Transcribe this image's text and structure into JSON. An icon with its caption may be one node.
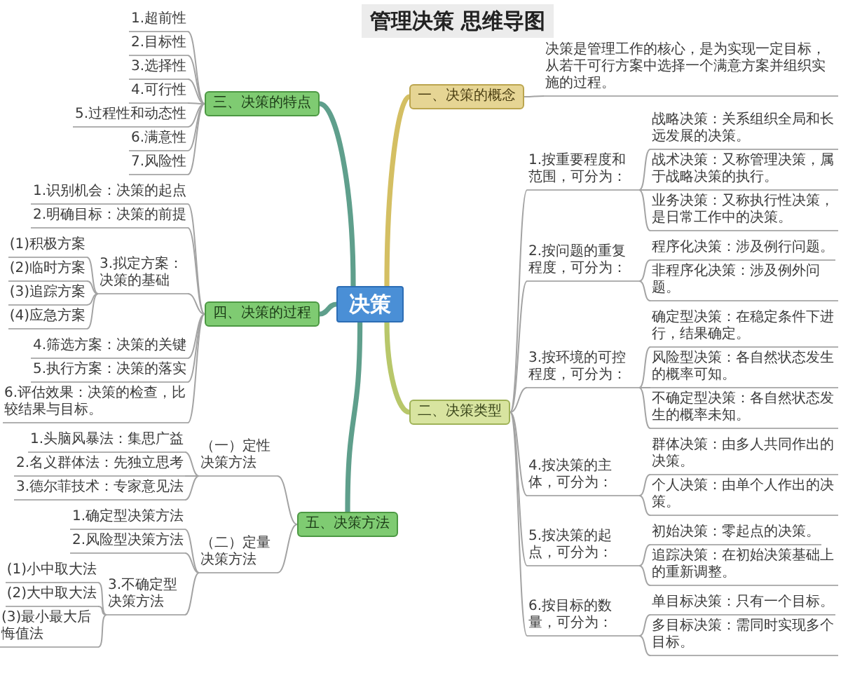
{
  "diagram": {
    "title": "管理决策 思维导图",
    "nodes": [
      {
        "text": [
          "决策"
        ]
      },
      {
        "text": [
          "一、决策的概念"
        ]
      },
      {
        "text": [
          "决策是管理工作的核心，是为实现一定目标，从若干可行方案中选择一个满意方案并组织实施的过程。"
        ]
      },
      {
        "text": [
          "二、决策类型"
        ]
      },
      {
        "text": [
          "1.按重要程度和范围，可分为："
        ]
      },
      {
        "text": [
          "战略决策：关系组织全局和长远发展的决策。"
        ]
      },
      {
        "text": [
          "战术决策：又称管理决策，属于战略决策的执行。"
        ]
      },
      {
        "text": [
          "业务决策：又称执行性决策，是日常工作中的决策。"
        ]
      },
      {
        "text": [
          "2.按问题的重复程度，可分为："
        ]
      },
      {
        "text": [
          "程序化决策：涉及例行问题。"
        ]
      },
      {
        "text": [
          "非程序化决策：涉及例外问题。"
        ]
      },
      {
        "text": [
          "3.按环境的可控程度，可分为："
        ]
      },
      {
        "text": [
          "确定型决策：在稳定条件下进行，结果确定。"
        ]
      },
      {
        "text": [
          "风险型决策：各自然状态发生的概率可知。"
        ]
      },
      {
        "text": [
          "不确定型决策：各自然状态发生的概率未知。"
        ]
      },
      {
        "text": [
          "4.按决策的主体，可分为："
        ]
      },
      {
        "text": [
          "群体决策：由多人共同作出的决策。"
        ]
      },
      {
        "text": [
          "个人决策：由单个人作出的决策。"
        ]
      },
      {
        "text": [
          "5.按决策的起点，可分为："
        ]
      },
      {
        "text": [
          "初始决策：零起点的决策。"
        ]
      },
      {
        "text": [
          "追踪决策：在初始决策基础上的重新调整。"
        ]
      },
      {
        "text": [
          "6.按目标的数量，可分为："
        ]
      },
      {
        "text": [
          "单目标决策：只有一个目标。"
        ]
      },
      {
        "text": [
          "多目标决策：需同时实现多个目标。"
        ]
      },
      {
        "text": [
          "三、决策的特点"
        ]
      },
      {
        "text": [
          "1.超前性"
        ]
      },
      {
        "text": [
          "2.目标性"
        ]
      },
      {
        "text": [
          "3.选择性"
        ]
      },
      {
        "text": [
          "4.可行性"
        ]
      },
      {
        "text": [
          "5.过程性和动态性"
        ]
      },
      {
        "text": [
          "6.满意性"
        ]
      },
      {
        "text": [
          "7.风险性"
        ]
      },
      {
        "text": [
          "四、决策的过程"
        ]
      },
      {
        "text": [
          "1.识别机会：决策的起点"
        ]
      },
      {
        "text": [
          "2.明确目标：决策的前提"
        ]
      },
      {
        "text": [
          "3.拟定方案：决策的基础"
        ]
      },
      {
        "text": [
          "(1)积极方案"
        ]
      },
      {
        "text": [
          "(2)临时方案"
        ]
      },
      {
        "text": [
          "(3)追踪方案"
        ]
      },
      {
        "text": [
          "(4)应急方案"
        ]
      },
      {
        "text": [
          "4.筛选方案：决策的关键"
        ]
      },
      {
        "text": [
          "5.执行方案：决策的落实"
        ]
      },
      {
        "text": [
          "6.评估效果：决策的检查，比较结果与目标。"
        ]
      },
      {
        "text": [
          "五、决策方法"
        ]
      },
      {
        "text": [
          "（一）定性决策方法"
        ]
      },
      {
        "text": [
          "1.头脑风暴法：集思广益"
        ]
      },
      {
        "text": [
          "2.名义群体法：先独立思考"
        ]
      },
      {
        "text": [
          "3.德尔菲技术：专家意见法"
        ]
      },
      {
        "text": [
          "（二）定量决策方法"
        ]
      },
      {
        "text": [
          "1.确定型决策方法"
        ]
      },
      {
        "text": [
          "2.风险型决策方法"
        ]
      },
      {
        "text": [
          "3.不确定型决策方法"
        ]
      },
      {
        "text": [
          "(1)小中取大法"
        ]
      },
      {
        "text": [
          "(2)大中取大法"
        ]
      },
      {
        "text": [
          "(3)最小最大后悔值法"
        ]
      }
    ],
    "edges": [
      {
        "from": 0,
        "to": 1,
        "arrow": "none",
        "style": "thick",
        "color": "#d4bf63"
      },
      {
        "from": 1,
        "to": 2,
        "arrow": "none"
      },
      {
        "from": 0,
        "to": 3,
        "arrow": "none",
        "style": "thick",
        "color": "#b8c76a"
      },
      {
        "from": 3,
        "to": 4,
        "arrow": "none"
      },
      {
        "from": 4,
        "to": 5,
        "arrow": "none"
      },
      {
        "from": 4,
        "to": 6,
        "arrow": "none"
      },
      {
        "from": 4,
        "to": 7,
        "arrow": "none"
      },
      {
        "from": 3,
        "to": 8,
        "arrow": "none"
      },
      {
        "from": 8,
        "to": 9,
        "arrow": "none"
      },
      {
        "from": 8,
        "to": 10,
        "arrow": "none"
      },
      {
        "from": 3,
        "to": 11,
        "arrow": "none"
      },
      {
        "from": 11,
        "to": 12,
        "arrow": "none"
      },
      {
        "from": 11,
        "to": 13,
        "arrow": "none"
      },
      {
        "from": 11,
        "to": 14,
        "arrow": "none"
      },
      {
        "from": 3,
        "to": 15,
        "arrow": "none"
      },
      {
        "from": 15,
        "to": 16,
        "arrow": "none"
      },
      {
        "from": 15,
        "to": 17,
        "arrow": "none"
      },
      {
        "from": 3,
        "to": 18,
        "arrow": "none"
      },
      {
        "from": 18,
        "to": 19,
        "arrow": "none"
      },
      {
        "from": 18,
        "to": 20,
        "arrow": "none"
      },
      {
        "from": 3,
        "to": 21,
        "arrow": "none"
      },
      {
        "from": 21,
        "to": 22,
        "arrow": "none"
      },
      {
        "from": 21,
        "to": 23,
        "arrow": "none"
      },
      {
        "from": 0,
        "to": 24,
        "arrow": "none",
        "style": "thick",
        "color": "#5f9f8c"
      },
      {
        "from": 24,
        "to": 25,
        "arrow": "none"
      },
      {
        "from": 24,
        "to": 26,
        "arrow": "none"
      },
      {
        "from": 24,
        "to": 27,
        "arrow": "none"
      },
      {
        "from": 24,
        "to": 28,
        "arrow": "none"
      },
      {
        "from": 24,
        "to": 29,
        "arrow": "none"
      },
      {
        "from": 24,
        "to": 30,
        "arrow": "none"
      },
      {
        "from": 24,
        "to": 31,
        "arrow": "none"
      },
      {
        "from": 0,
        "to": 32,
        "arrow": "none",
        "style": "thick",
        "color": "#5f9f8c"
      },
      {
        "from": 32,
        "to": 33,
        "arrow": "none"
      },
      {
        "from": 32,
        "to": 34,
        "arrow": "none"
      },
      {
        "from": 32,
        "to": 35,
        "arrow": "none"
      },
      {
        "from": 35,
        "to": 36,
        "arrow": "none"
      },
      {
        "from": 35,
        "to": 37,
        "arrow": "none"
      },
      {
        "from": 35,
        "to": 38,
        "arrow": "none"
      },
      {
        "from": 35,
        "to": 39,
        "arrow": "none"
      },
      {
        "from": 32,
        "to": 40,
        "arrow": "none"
      },
      {
        "from": 32,
        "to": 41,
        "arrow": "none"
      },
      {
        "from": 32,
        "to": 42,
        "arrow": "none"
      },
      {
        "from": 0,
        "to": 43,
        "arrow": "none",
        "style": "thick",
        "color": "#5f9f8c"
      },
      {
        "from": 43,
        "to": 44,
        "arrow": "none"
      },
      {
        "from": 44,
        "to": 45,
        "arrow": "none"
      },
      {
        "from": 44,
        "to": 46,
        "arrow": "none"
      },
      {
        "from": 44,
        "to": 47,
        "arrow": "none"
      },
      {
        "from": 43,
        "to": 48,
        "arrow": "none"
      },
      {
        "from": 48,
        "to": 49,
        "arrow": "none"
      },
      {
        "from": 48,
        "to": 50,
        "arrow": "none"
      },
      {
        "from": 48,
        "to": 51,
        "arrow": "none"
      },
      {
        "from": 51,
        "to": 52,
        "arrow": "none"
      },
      {
        "from": 51,
        "to": 53,
        "arrow": "none"
      },
      {
        "from": 51,
        "to": 54,
        "arrow": "none"
      }
    ]
  }
}
